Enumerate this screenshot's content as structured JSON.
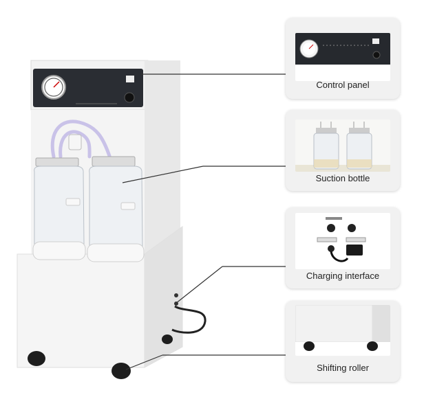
{
  "callouts": [
    {
      "label": "Control panel"
    },
    {
      "label": "Suction bottle"
    },
    {
      "label": "Charging interface"
    },
    {
      "label": "Shifting roller"
    }
  ],
  "colors": {
    "machine_body": "#ededed",
    "panel_dark": "#2a2d33",
    "card_bg": "#f1f1f1",
    "leader_line": "#333333",
    "tubing": "#c9c2e8"
  }
}
